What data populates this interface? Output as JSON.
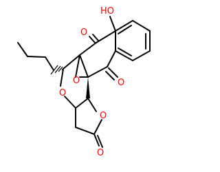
{
  "molecule": {
    "atoms": {
      "hydroxyl": "HO",
      "ketone_upper_oxygen": "O",
      "ketone_lower_oxygen": "O",
      "epoxide_oxygen": "O",
      "ring_ether_oxygen": "O",
      "lactone_ring_oxygen": "O",
      "lactone_carbonyl_oxygen": "O"
    },
    "colors": {
      "bond": "#000000",
      "heteroatom": "#ff0000",
      "background": "#ffffff"
    }
  }
}
